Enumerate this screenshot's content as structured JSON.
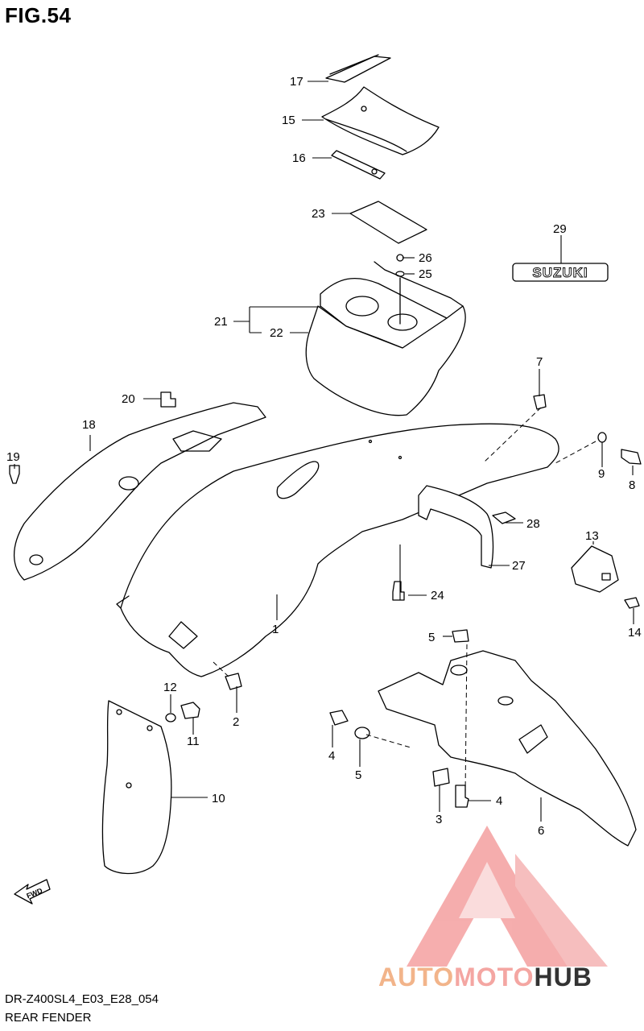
{
  "figure": {
    "title": "FIG.54",
    "caption_code": "DR-Z400SL4_E03_E28_054",
    "caption_name": "REAR FENDER"
  },
  "callouts": {
    "c1": "1",
    "c2": "2",
    "c3": "3",
    "c4a": "4",
    "c4b": "4",
    "c5a": "5",
    "c5b": "5",
    "c6": "6",
    "c7": "7",
    "c8": "8",
    "c9": "9",
    "c10": "10",
    "c11": "11",
    "c12": "12",
    "c13": "13",
    "c14": "14",
    "c15": "15",
    "c16": "16",
    "c17": "17",
    "c18": "18",
    "c19": "19",
    "c20": "20",
    "c21": "21",
    "c22": "22",
    "c23": "23",
    "c24": "24",
    "c25": "25",
    "c26": "26",
    "c27": "27",
    "c28": "28",
    "c29": "29"
  },
  "emblem_text": "SUZUKI",
  "fwd_label": "FWD",
  "watermark": {
    "part1": "AUTO",
    "part2": "MOTO",
    "part3": "HUB"
  },
  "colors": {
    "watermark_orange": "#f2b48a",
    "watermark_pink": "#f4a6a2",
    "watermark_dark": "#333333"
  }
}
